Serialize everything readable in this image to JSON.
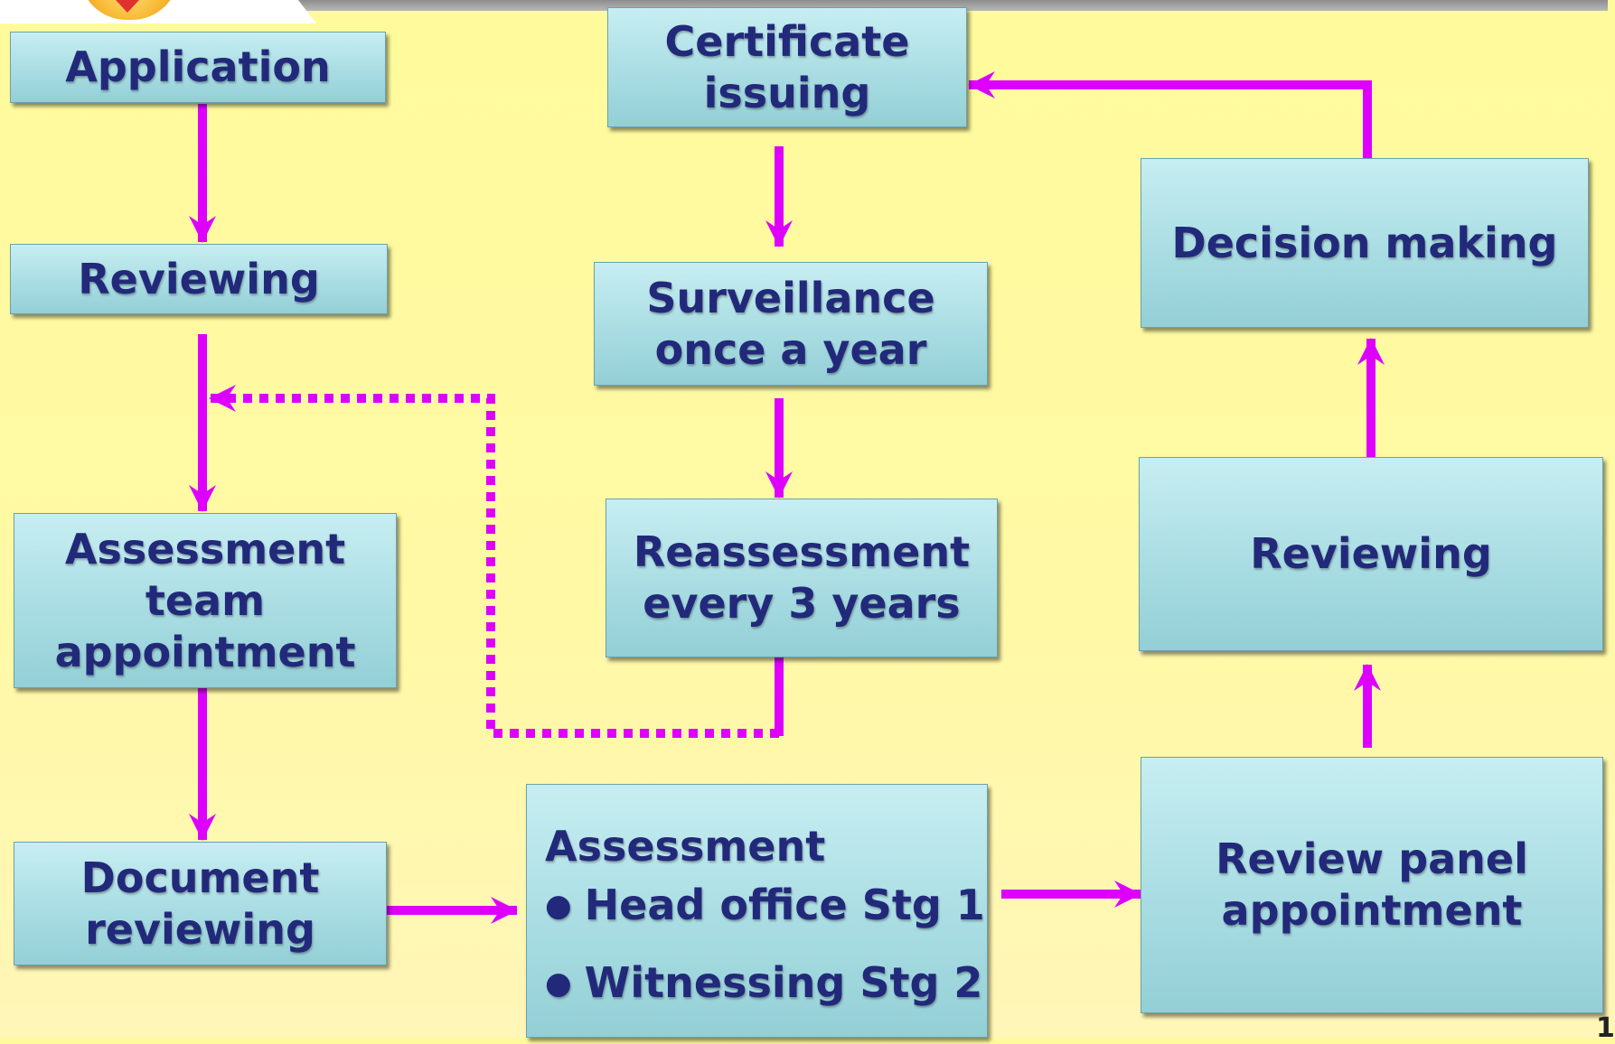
{
  "colors": {
    "background": "#fffb9c",
    "box_fill": "#a9dde3",
    "text": "#22297a",
    "arrow": "#dd00ff"
  },
  "nodes": {
    "application": "Application",
    "reviewing_left": "Reviewing",
    "assessment_team": "Assessment\nteam\nappointment",
    "document_reviewing": "Document\nreviewing",
    "assessment": {
      "title": "Assessment",
      "items": [
        "Head office Stg 1",
        "Witnessing Stg 2"
      ]
    },
    "review_panel": "Review panel\nappointment",
    "reviewing_right": "Reviewing",
    "decision_making": "Decision making",
    "certificate_issuing": "Certificate\nissuing",
    "surveillance": "Surveillance\nonce a year",
    "reassessment": "Reassessment\nevery 3 years"
  },
  "page_number": "1"
}
